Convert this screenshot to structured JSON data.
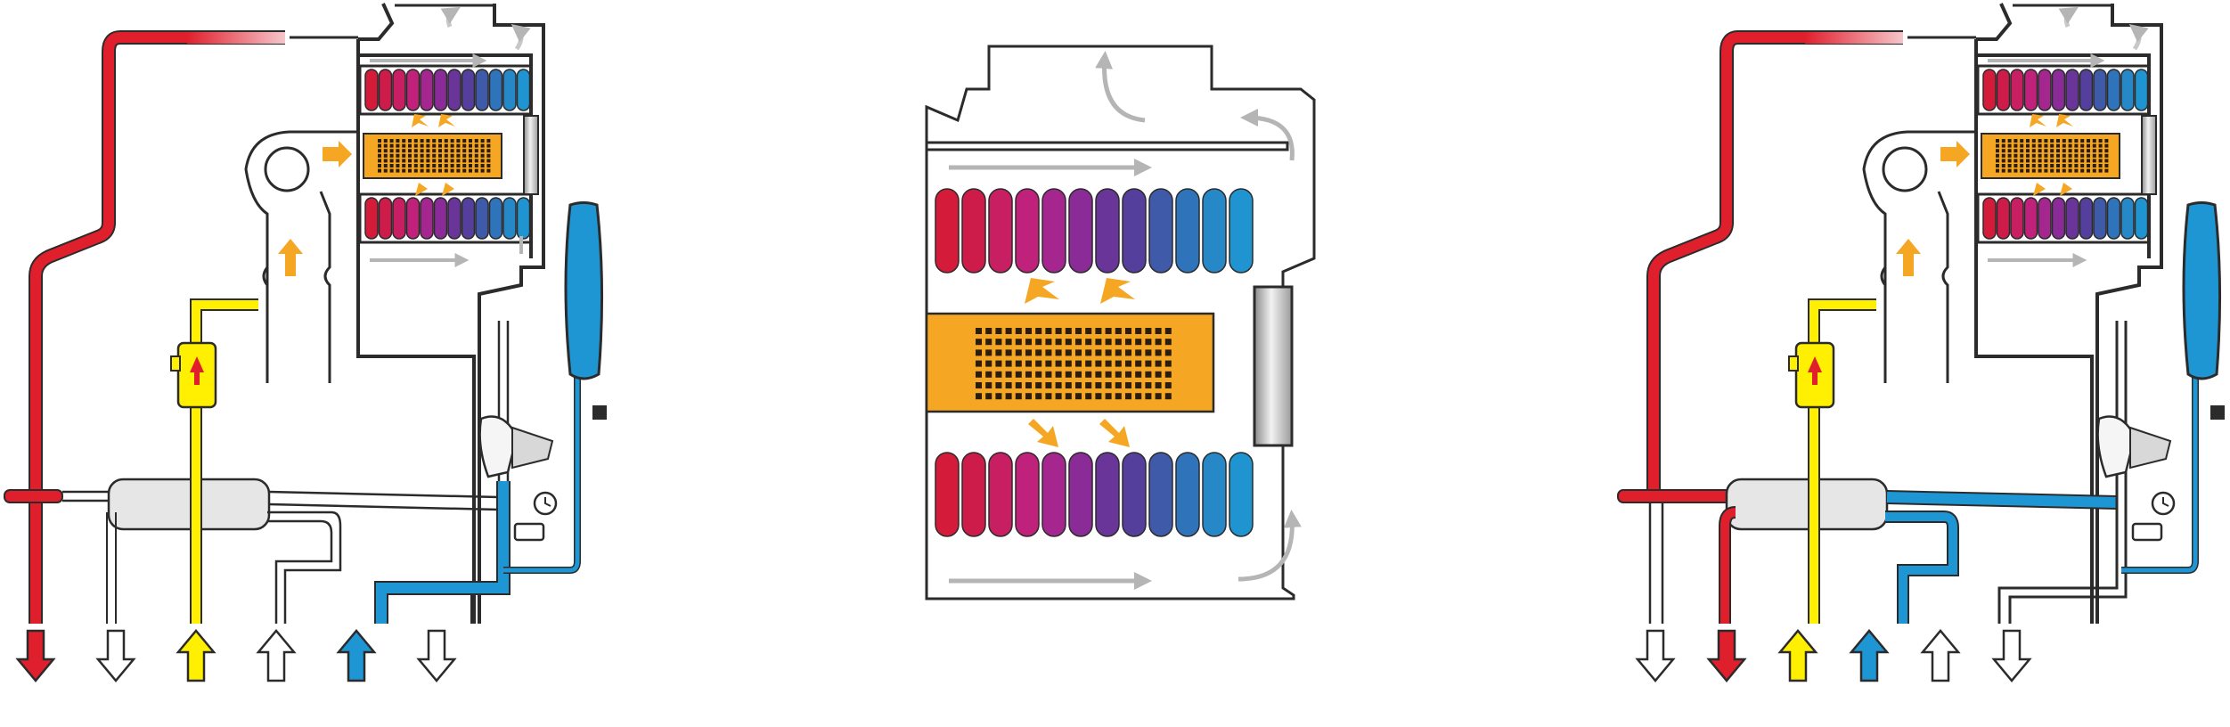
{
  "colors": {
    "hot": "#e01f2d",
    "hot_dark": "#b0121c",
    "cold": "#1e96d4",
    "gas": "#ffef00",
    "flame": "#f5a623",
    "neutral": "#e6e6e6",
    "outline": "#2b2b2b",
    "flow_grey": "#b5b5b5",
    "tube_gradient": [
      "#d51b3a",
      "#cd1c4a",
      "#c81f63",
      "#c0227b",
      "#a6268f",
      "#8a2b97",
      "#6a3598",
      "#553f9c",
      "#3f5aa9",
      "#2f74ba",
      "#2788c8",
      "#1f94d1"
    ]
  },
  "icons": [
    "boiler-casing-icon",
    "fan-icon",
    "burner-icon",
    "heat-exchanger-icon",
    "expansion-vessel-icon",
    "pump-icon",
    "pressure-gauge-icon",
    "plate-heat-exchanger-icon",
    "gas-valve-icon",
    "flow-arrow-icon"
  ],
  "diagrams": [
    {
      "id": "left",
      "mode": "heating",
      "connections": [
        {
          "fill": "#e01f2d",
          "direction": "down"
        },
        {
          "fill": "#ffffff",
          "direction": "down"
        },
        {
          "fill": "#ffef00",
          "direction": "up"
        },
        {
          "fill": "#ffffff",
          "direction": "up"
        },
        {
          "fill": "#1e96d4",
          "direction": "up"
        },
        {
          "fill": "#ffffff",
          "direction": "down"
        }
      ]
    },
    {
      "id": "center",
      "mode": "heat-exchanger-detail",
      "tubes_per_row": 12,
      "burner_grid": {
        "rows": 7,
        "cols": 20
      }
    },
    {
      "id": "right",
      "mode": "hot-water",
      "connections": [
        {
          "fill": "#ffffff",
          "direction": "down"
        },
        {
          "fill": "#e01f2d",
          "direction": "down"
        },
        {
          "fill": "#ffef00",
          "direction": "up"
        },
        {
          "fill": "#1e96d4",
          "direction": "up"
        },
        {
          "fill": "#ffffff",
          "direction": "up"
        },
        {
          "fill": "#ffffff",
          "direction": "down"
        }
      ]
    }
  ]
}
